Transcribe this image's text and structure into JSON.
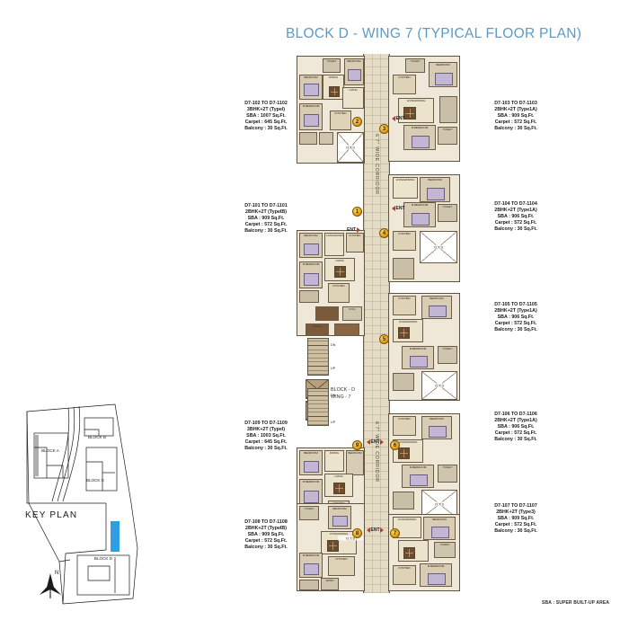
{
  "title": "BLOCK D - WING 7 (TYPICAL FLOOR PLAN)",
  "colors": {
    "title": "#5b9bc4",
    "badge": "#e8a81d",
    "ent_arrow": "#c0392b",
    "highlight_block": "#2f9fe0",
    "wall": "#5d5442",
    "floor": "#efe7d7",
    "corridor": "#e5dcc6"
  },
  "core": {
    "block_label_line1": "BLOCK - D",
    "block_label_line2": "WING - 7",
    "corridor_label": "6'7\" WIDE CORRIDOR",
    "stair_up": "UP",
    "stair_down": "DN",
    "ots_label": "O.T.S",
    "elec_label": "E.L.E.C",
    "fhc_label": "F.H.C"
  },
  "entrances": [
    {
      "number": "1",
      "label": "ENT",
      "direction": "left"
    },
    {
      "number": "2",
      "label": "ENT",
      "direction": "left"
    },
    {
      "number": "3",
      "label": "ENT",
      "direction": "right"
    },
    {
      "number": "4",
      "label": "ENT",
      "direction": "right"
    },
    {
      "number": "5",
      "label": "ENT",
      "direction": "right"
    },
    {
      "number": "6",
      "label": "ENT",
      "direction": "right"
    },
    {
      "number": "7",
      "label": "ENT",
      "direction": "right"
    },
    {
      "number": "8",
      "label": "ENT",
      "direction": "left"
    },
    {
      "number": "9",
      "label": "ENT",
      "direction": "left"
    }
  ],
  "units_left": [
    {
      "id": "D7-102",
      "range": "D7-102 TO D7-1102",
      "type": "3BHK+2T (TypeI)",
      "sba": "SBA : 1007 Sq.Ft.",
      "carpet": "Carpet : 645 Sq.Ft.",
      "balcony": "Balcony : 30 Sq.Ft."
    },
    {
      "id": "D7-101",
      "range": "D7-101 TO D7-1101",
      "type": "2BHK+2T (TypeIB)",
      "sba": "SBA : 909 Sq.Ft.",
      "carpet": "Carpet : 572 Sq.Ft.",
      "balcony": "Balcony : 30 Sq.Ft."
    },
    {
      "id": "D7-109",
      "range": "D7-109 TO D7-1109",
      "type": "3BHK+2T (TypeI)",
      "sba": "SBA : 1003 Sq.Ft.",
      "carpet": "Carpet : 645 Sq.Ft.",
      "balcony": "Balcony : 30 Sq.Ft."
    },
    {
      "id": "D7-108",
      "range": "D7-108 TO D7-1108",
      "type": "2BHK+2T (TypeIB)",
      "sba": "SBA : 909 Sq.Ft.",
      "carpet": "Carpet : 572 Sq.Ft.",
      "balcony": "Balcony : 30 Sq.Ft."
    }
  ],
  "units_right": [
    {
      "id": "D7-103",
      "range": "D7-103 TO D7-1103",
      "type": "2BHK+2T (Type1A)",
      "sba": "SBA : 909 Sq.Ft.",
      "carpet": "Carpet : 572 Sq.Ft.",
      "balcony": "Balcony : 30 Sq.Ft."
    },
    {
      "id": "D7-104",
      "range": "D7-104 TO D7-1104",
      "type": "2BHK+2T (Type1A)",
      "sba": "SBA : 906 Sq.Ft.",
      "carpet": "Carpet : 572 Sq.Ft.",
      "balcony": "Balcony : 30 Sq.Ft."
    },
    {
      "id": "D7-105",
      "range": "D7-105 TO D7-1105",
      "type": "2BHK+2T (Type1A)",
      "sba": "SBA : 906 Sq.Ft.",
      "carpet": "Carpet : 572 Sq.Ft.",
      "balcony": "Balcony : 30 Sq.Ft."
    },
    {
      "id": "D7-106",
      "range": "D7-106 TO D7-1106",
      "type": "2BHK+2T (Type1A)",
      "sba": "SBA : 906 Sq.Ft.",
      "carpet": "Carpet : 572 Sq.Ft.",
      "balcony": "Balcony : 30 Sq.Ft."
    },
    {
      "id": "D7-107",
      "range": "D7-107 TO D7-1107",
      "type": "2BHK+2T (Type3)",
      "sba": "SBA : 909 Sq.Ft.",
      "carpet": "Carpet : 572 Sq.Ft.",
      "balcony": "Balcony : 30 Sq.Ft."
    }
  ],
  "rooms": {
    "bedroom": "BEDROOM",
    "m_bedroom": "M.BEDROOM",
    "living": "LIVING",
    "dining": "DINING",
    "living_dining": "LIVING/DINING",
    "kitchen": "KITCHEN",
    "toilet": "TOILET",
    "balcony": "BALCONY",
    "wash": "WASH",
    "dim_bedroom": "11'0\" X 11'0\"",
    "dim_bedroom2": "10'0\" X 11'0\"",
    "dim_mbedroom": "11'6\" X 10'0\"",
    "dim_living": "11'6\" X 13'0\"",
    "dim_dining": "9'0\" X 11'0\"",
    "dim_kitchen": "8'0\" X 8'0\"",
    "dim_toilet": "5'0\" X 7'0\"",
    "dim_livdin": "10'0\" X 13'0\"",
    "dim_wash": "3'0\" X 4'0\""
  },
  "keyplan": {
    "title": "KEY PLAN",
    "blocks": [
      {
        "label": "BLOCK A"
      },
      {
        "label": "BLOCK B"
      },
      {
        "label": "BLOCK C"
      },
      {
        "label": "BLOCK D"
      }
    ],
    "north_label": "N"
  },
  "legend": {
    "sba_note": "SBA : SUPER BUILT-UP AREA"
  }
}
